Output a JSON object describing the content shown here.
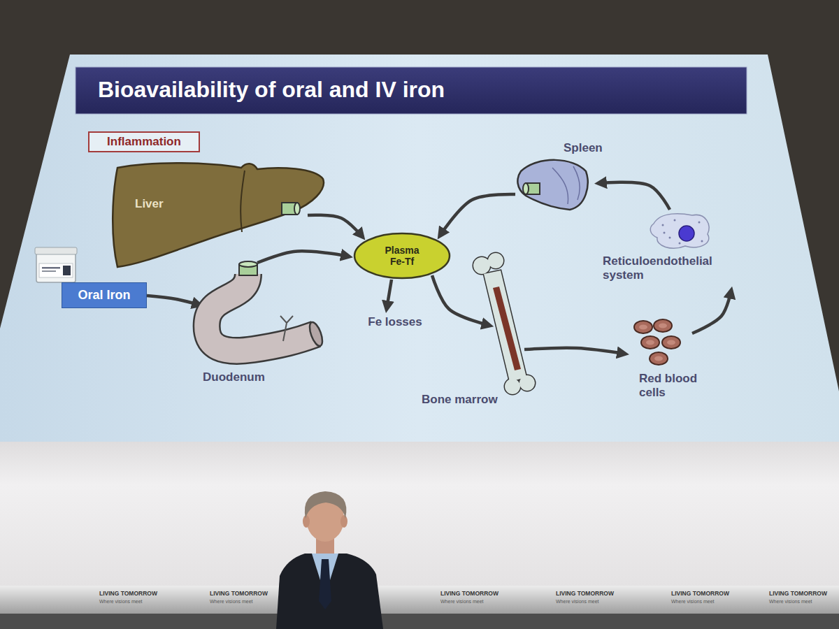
{
  "diagram": {
    "title": "Bioavailability of oral and IV iron",
    "nodes": [
      {
        "text": [
          "Inflammation"
        ]
      },
      {
        "text": [
          "Liver"
        ]
      },
      {
        "text": [
          "Oral Iron"
        ]
      },
      {
        "text": [
          "Duodenum"
        ]
      },
      {
        "text": [
          "Plasma Fe-Tf"
        ]
      },
      {
        "text": [
          "Fe losses"
        ]
      },
      {
        "text": [
          "Bone marrow"
        ]
      },
      {
        "text": [
          "Red blood cells"
        ]
      },
      {
        "text": [
          "Reticuloendothelial system"
        ]
      },
      {
        "text": [
          "Spleen"
        ]
      }
    ],
    "edges": [
      {
        "from": 1,
        "to": 4,
        "arrow": "to"
      },
      {
        "from": 2,
        "to": 3,
        "arrow": "to"
      },
      {
        "from": 3,
        "to": 4,
        "arrow": "to"
      },
      {
        "from": 4,
        "to": 5,
        "arrow": "to"
      },
      {
        "from": 4,
        "to": 6,
        "arrow": "to"
      },
      {
        "from": 6,
        "to": 7,
        "arrow": "to"
      },
      {
        "from": 7,
        "to": 8,
        "arrow": "to"
      },
      {
        "from": 8,
        "to": 9,
        "arrow": "to"
      },
      {
        "from": 9,
        "to": 4,
        "arrow": "to"
      }
    ],
    "labels": [
      "LIVING TOMORROW",
      "Where visions meet",
      "LIVING TOMORROW",
      "Where visions meet",
      "LIVING TOMORROW",
      "Where visions meet",
      "LIVING TOMORROW",
      "Where visions meet",
      "LIVING TOMORROW",
      "Where visions meet",
      "LIVING TOMORROW",
      "Where visions meet"
    ]
  }
}
